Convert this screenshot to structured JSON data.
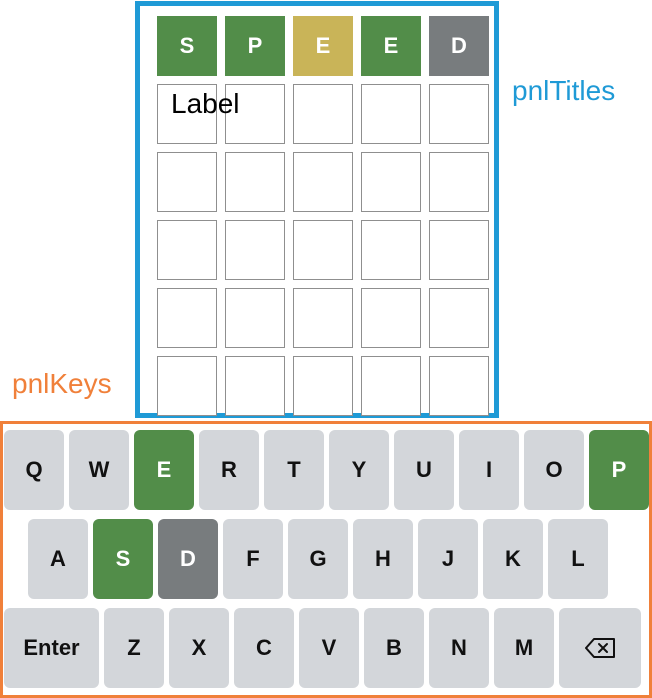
{
  "panels": {
    "titles_label": "pnlTitles",
    "keys_label": "pnlKeys",
    "colors": {
      "titles_border": "#1f9ad6",
      "keys_border": "#f0803a"
    }
  },
  "grid": {
    "title_row": [
      {
        "letter": "S",
        "state": "correct"
      },
      {
        "letter": "P",
        "state": "correct"
      },
      {
        "letter": "E",
        "state": "present"
      },
      {
        "letter": "E",
        "state": "correct"
      },
      {
        "letter": "D",
        "state": "absent"
      }
    ],
    "empty_rows": 5,
    "columns": 5,
    "control_label": "Label"
  },
  "colors": {
    "correct": "#528d49",
    "present": "#c9b458",
    "absent": "#787c7e",
    "key": "#d3d6da"
  },
  "keyboard": {
    "rows": [
      [
        {
          "label": "Q",
          "state": "none"
        },
        {
          "label": "W",
          "state": "none"
        },
        {
          "label": "E",
          "state": "correct"
        },
        {
          "label": "R",
          "state": "none"
        },
        {
          "label": "T",
          "state": "none"
        },
        {
          "label": "Y",
          "state": "none"
        },
        {
          "label": "U",
          "state": "none"
        },
        {
          "label": "I",
          "state": "none"
        },
        {
          "label": "O",
          "state": "none"
        },
        {
          "label": "P",
          "state": "correct"
        }
      ],
      [
        {
          "label": "A",
          "state": "none"
        },
        {
          "label": "S",
          "state": "correct"
        },
        {
          "label": "D",
          "state": "absent"
        },
        {
          "label": "F",
          "state": "none"
        },
        {
          "label": "G",
          "state": "none"
        },
        {
          "label": "H",
          "state": "none"
        },
        {
          "label": "J",
          "state": "none"
        },
        {
          "label": "K",
          "state": "none"
        },
        {
          "label": "L",
          "state": "none"
        }
      ],
      [
        {
          "label": "Enter",
          "state": "none"
        },
        {
          "label": "Z",
          "state": "none"
        },
        {
          "label": "X",
          "state": "none"
        },
        {
          "label": "C",
          "state": "none"
        },
        {
          "label": "V",
          "state": "none"
        },
        {
          "label": "B",
          "state": "none"
        },
        {
          "label": "N",
          "state": "none"
        },
        {
          "label": "M",
          "state": "none"
        },
        {
          "label": "",
          "icon": "backspace-icon",
          "state": "none"
        }
      ]
    ]
  }
}
